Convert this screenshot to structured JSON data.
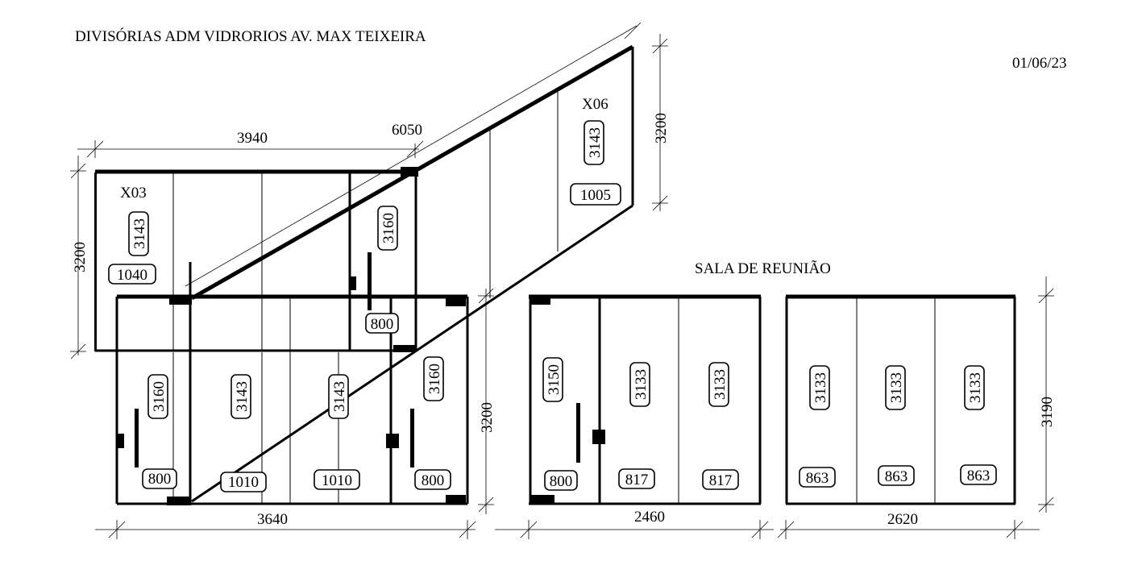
{
  "header": {
    "title": "DIVISÓRIAS  ADM VIDRORIOS AV. MAX TEIXEIRA",
    "date": "01/06/23"
  },
  "room_label": "SALA DE REUNIÃO",
  "panels": {
    "x03": "X03",
    "x06": "X06"
  },
  "dimensions": {
    "d3940": "3940",
    "d6050": "6050",
    "d3200_left": "3200",
    "d3200_right": "3200",
    "d3200_mid": "3200",
    "d3640": "3640",
    "d2460": "2460",
    "d2620": "2620",
    "d3190": "3190"
  },
  "glass_labels": {
    "x03_height": "3143",
    "x03_width": "1040",
    "upper_door_height": "3160",
    "upper_door_width": "800",
    "x06_height": "3143",
    "x06_width": "1005",
    "front_left_door_height": "3160",
    "front_left_door_width": "800",
    "front_mid_height": "3143",
    "front_mid_width": "1010",
    "front_mid2_height": "3143",
    "front_mid2_width": "1010",
    "front_right_door_height": "3160",
    "front_right_door_width": "800",
    "room_door_height": "3150",
    "room_door_width": "800",
    "room_p2_height": "3133",
    "room_p2_width": "817",
    "room_p3_height": "3133",
    "room_p3_width": "817",
    "room_r1_height": "3133",
    "room_r1_width": "863",
    "room_r2_height": "3133",
    "room_r2_width": "863",
    "room_r3_height": "3133",
    "room_r3_width": "863"
  }
}
